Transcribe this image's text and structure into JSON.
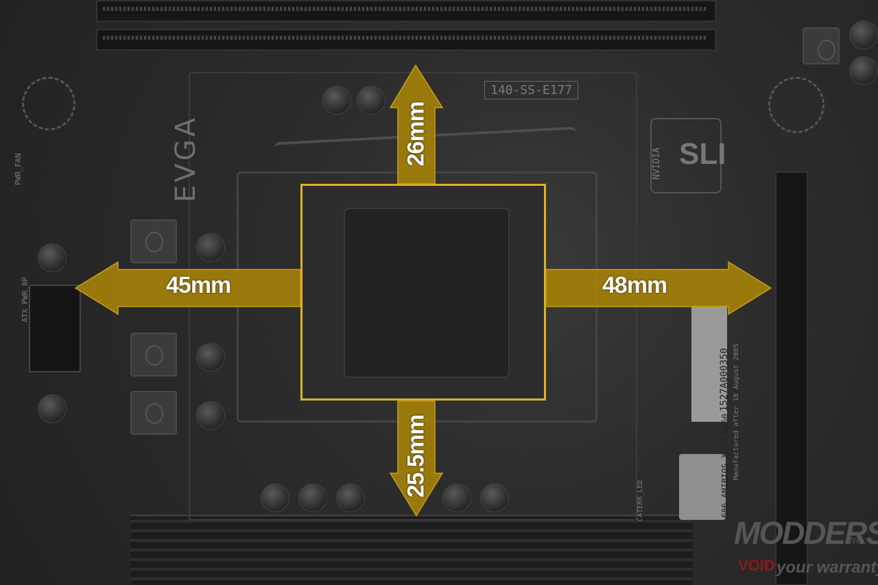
{
  "image": {
    "description_colors": {
      "arrow": "#b8900e",
      "arrow_edge": "#d7ab1f",
      "socket_outline": "#e0b322",
      "board": "#2b2b2b"
    }
  },
  "measurements": {
    "top": "26mm",
    "left": "45mm",
    "right": "48mm",
    "bottom": "25.5mm"
  },
  "board_print": {
    "brand": "EVGA",
    "part_number": "140-SS-E177",
    "pwr_fan": "PWR_FAN",
    "atx_pwr": "ATX_PWR_8P",
    "sli": "SLI",
    "nvidia": "NVIDIA",
    "barcode": "1527A000350",
    "manufactured": "Manufactured after 18 August 2005",
    "bios": "686 AMIBIOS XQ78 9260",
    "caterr": "CATERR_LED"
  },
  "watermark": {
    "main": "MODDERS",
    "inc": "INC.",
    "void": "VOID",
    "tagline": "your warranty"
  }
}
